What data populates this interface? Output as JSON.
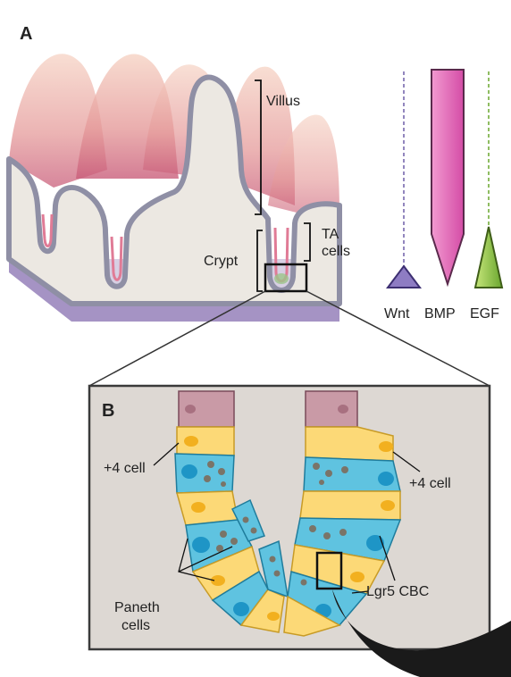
{
  "panels": {
    "a": "A",
    "b": "B"
  },
  "labels": {
    "villus": "Villus",
    "crypt": "Crypt",
    "ta_line1": "TA",
    "ta_line2": "cells",
    "plus4_left": "+4 cell",
    "plus4_right": "+4 cell",
    "paneth_line1": "Paneth",
    "paneth_line2": "cells",
    "lgr5": "Lgr5 CBC"
  },
  "gradients": [
    {
      "name": "Wnt",
      "color": "#8e7cc3"
    },
    {
      "name": "BMP",
      "color": "#e466b4"
    },
    {
      "name": "EGF",
      "color": "#8cc63f"
    }
  ]
}
